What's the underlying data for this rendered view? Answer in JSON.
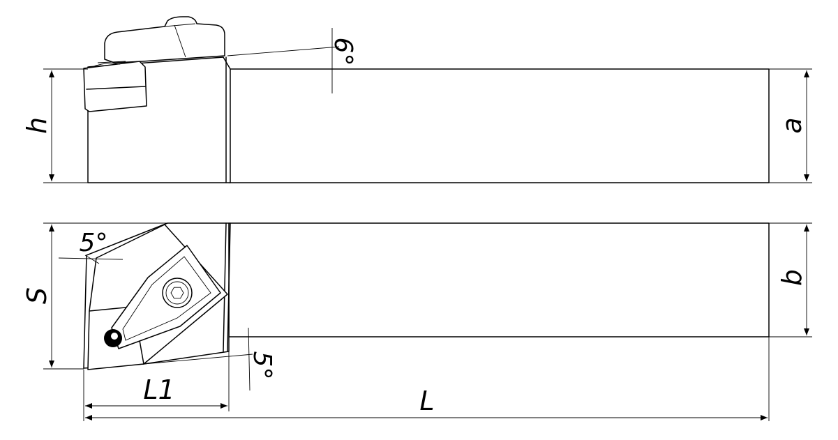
{
  "labels": {
    "h": "h",
    "a": "a",
    "S": "S",
    "b": "b",
    "L1": "L1",
    "L": "L",
    "angle_top": "6°",
    "angle_plan_upper": "5°",
    "angle_plan_lower": "5°"
  }
}
